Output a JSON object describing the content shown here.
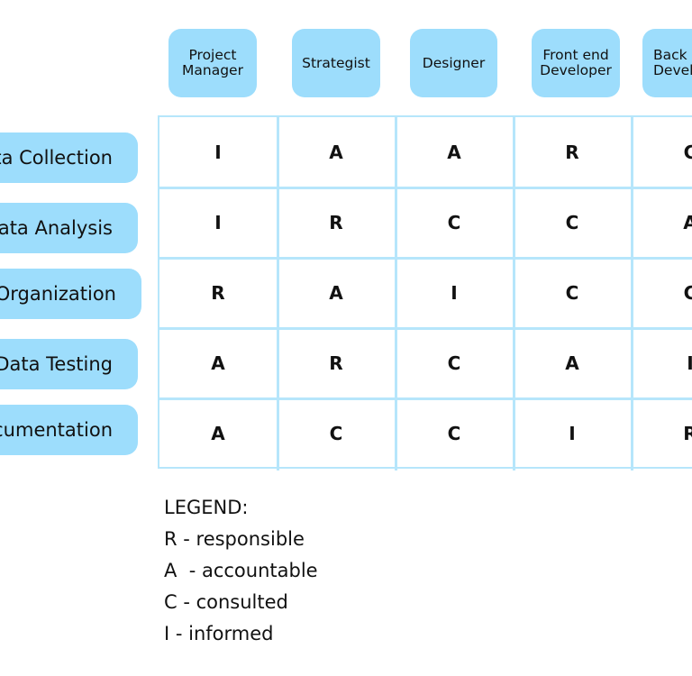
{
  "columns": [
    "Project\nManager",
    "Strategist",
    "Designer",
    "Front end\nDeveloper",
    "Back end\nDeveloper"
  ],
  "rows": [
    "Data Collection",
    "Data Analysis",
    "Data Organization",
    "Data Testing",
    "Documentation"
  ],
  "matrix": [
    [
      "I",
      "A",
      "A",
      "R",
      "C"
    ],
    [
      "I",
      "R",
      "C",
      "C",
      "A"
    ],
    [
      "R",
      "A",
      "I",
      "C",
      "C"
    ],
    [
      "A",
      "R",
      "C",
      "A",
      "I"
    ],
    [
      "A",
      "C",
      "C",
      "I",
      "R"
    ]
  ],
  "legend": {
    "title": "LEGEND:",
    "items": [
      "R - responsible",
      "A  - accountable",
      "C - consulted",
      "I - informed"
    ]
  },
  "colors": {
    "pill": "#9dddfc",
    "grid": "#b6e6fb"
  }
}
